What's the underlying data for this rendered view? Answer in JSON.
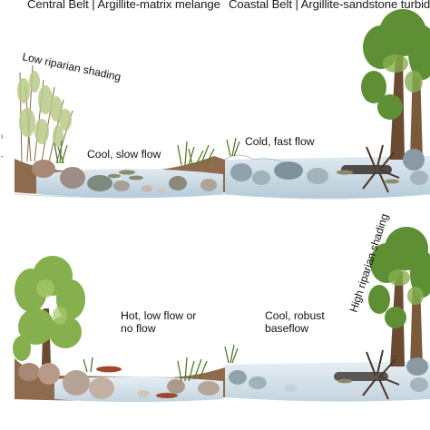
{
  "headers": {
    "central": "Central Belt | Argillite-matrix melange",
    "coastal": "Coastal Belt | Argillite-sandstone turbidites"
  },
  "labels": {
    "low_shading": "Low riparian shading",
    "high_shading": "High riparian shading",
    "cool_slow": "Cool, slow flow",
    "cold_fast": "Cold, fast flow",
    "hot_low_1": "Hot, low flow or",
    "hot_low_2": "no flow",
    "cool_robust_1": "Cool, robust",
    "cool_robust_2": "baseflow"
  },
  "colors": {
    "water": "#c9d9e4",
    "water_dark": "#a9c0d0",
    "rock": "#b9a79a",
    "foliage": "#6f9a3a",
    "trunk": "#6b4a32"
  }
}
